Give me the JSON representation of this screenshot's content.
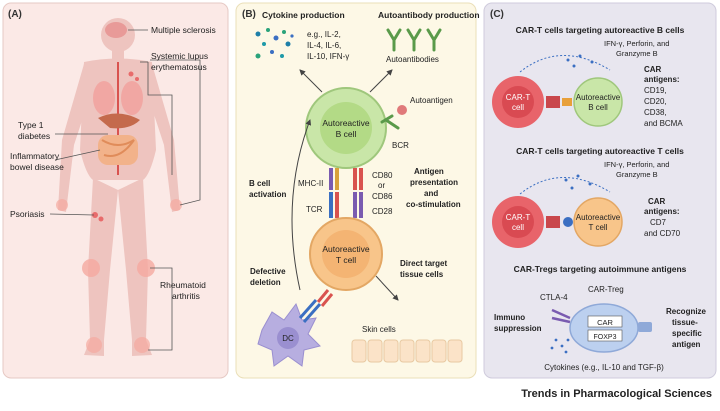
{
  "panel_a": {
    "label": "(A)",
    "diseases": [
      "Multiple sclerosis",
      "Systemic lupus",
      "erythematosus",
      "Type 1",
      "diabetes",
      "Inflammatory",
      "bowel disease",
      "Psoriasis",
      "Rheumatoid",
      "arthritis"
    ]
  },
  "panel_b": {
    "label": "(B)",
    "cytokine_title": "Cytokine production",
    "cytokine_list": [
      "e.g., IL-2,",
      "IL-4, IL-6,",
      "IL-10, IFN-γ"
    ],
    "autoantibody_title": "Autoantibody production",
    "autoantibodies": "Autoantibodies",
    "autoantigen": "Autoantigen",
    "b_cell": [
      "Autoreactive",
      "B cell"
    ],
    "bcr": "BCR",
    "b_activation": [
      "B cell",
      "activation"
    ],
    "mhc": "MHC-II",
    "tcr": "TCR",
    "costim_molecules": [
      "CD80",
      "or",
      "CD86"
    ],
    "cd28": "CD28",
    "antigen_presentation": [
      "Antigen",
      "presentation",
      "and",
      "co-stimulation"
    ],
    "t_cell": [
      "Autoreactive",
      "T cell"
    ],
    "defective_deletion": [
      "Defective",
      "deletion"
    ],
    "direct_target": [
      "Direct target",
      "tissue cells"
    ],
    "dc": "DC",
    "skin_cells": "Skin cells"
  },
  "panel_c": {
    "label": "(C)",
    "section1_title": "CAR-T cells targeting autoreactive B cells",
    "section1_effector": [
      "IFN-γ, Perforin, and",
      "Granzyme B"
    ],
    "cart_cell": [
      "CAR-T",
      "cell"
    ],
    "target_b": [
      "Autoreactive",
      "B cell"
    ],
    "car_antigens_b": [
      "CAR",
      "antigens:",
      "CD19,",
      "CD20,",
      "CD38,",
      "and BCMA"
    ],
    "section2_title": "CAR-T cells targeting autoreactive T cells",
    "section2_effector": [
      "IFN-γ, Perforin, and",
      "Granzyme B"
    ],
    "target_t": [
      "Autoreactive",
      "T cell"
    ],
    "car_antigens_t": [
      "CAR",
      "antigens:",
      "CD7",
      "and CD70"
    ],
    "section3_title": "CAR-Tregs targeting autoimmune antigens",
    "car_treg": "CAR-Treg",
    "ctla4": "CTLA-4",
    "immuno_suppression": [
      "Immuno",
      "suppression"
    ],
    "car": "CAR",
    "foxp3": "FOXP3",
    "recognize": [
      "Recognize",
      "tissue-",
      "specific",
      "antigen"
    ],
    "cytokines": "Cytokines (e.g., IL-10 and TGF-β)"
  },
  "footer": "Trends in Pharmacological Sciences",
  "colors": {
    "panel_a_bg": "#fbe9e6",
    "panel_b_bg": "#fdf8e6",
    "panel_c_bg": "#e8e6ef",
    "b_cell_green": "#c9e6a8",
    "t_cell_orange": "#f8c58a",
    "cart_red": "#e8646a",
    "dc_purple": "#b7aee0",
    "treg_blue": "#bcd0ef",
    "antibody_green": "#5a9a4a"
  }
}
